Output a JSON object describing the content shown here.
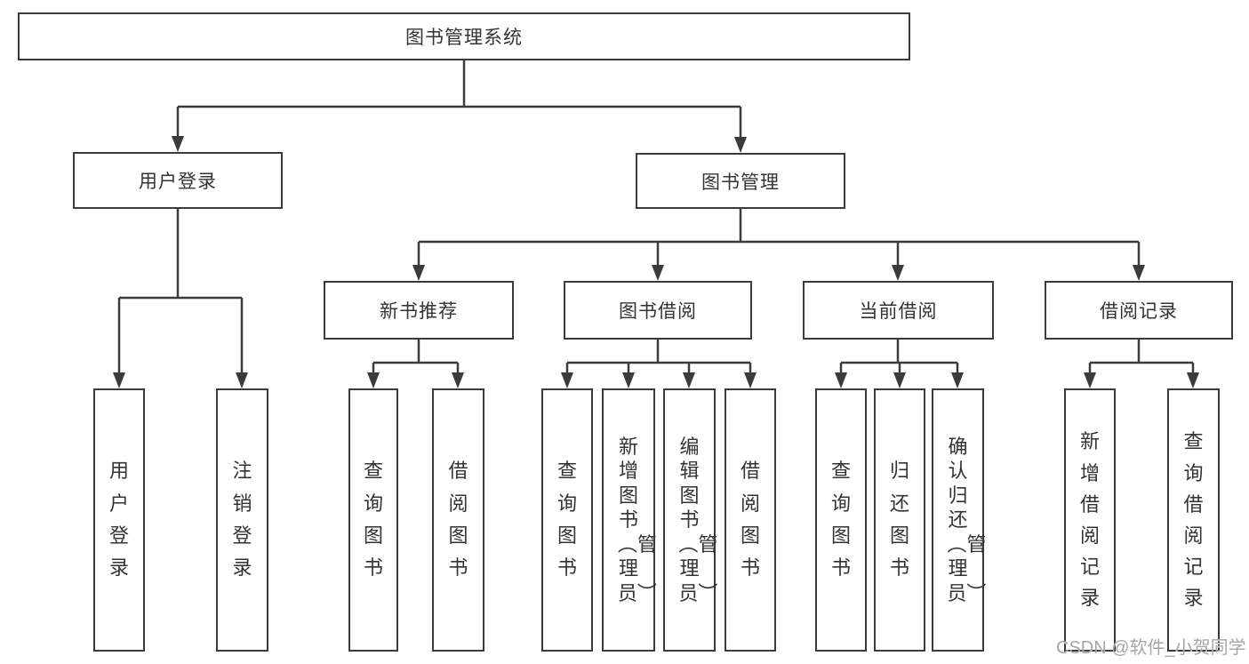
{
  "title": "图书管理系统",
  "watermark": "CSDN @软件_小贺同学",
  "colors": {
    "line": "#3b3b3b",
    "text": "#333333",
    "watermark": "#a6a6a6",
    "box_bg": "#ffffff",
    "background": "#ffffff"
  },
  "nodes": {
    "root": {
      "label": "图书管理系统"
    },
    "user_login": {
      "label": "用户登录"
    },
    "book_mgmt": {
      "label": "图书管理"
    },
    "new_books": {
      "label": "新书推荐"
    },
    "book_borrow": {
      "label": "图书借阅"
    },
    "current_borrow": {
      "label": "当前借阅"
    },
    "borrow_records": {
      "label": "借阅记录"
    },
    "leaf_user_login": {
      "label": "用户登录"
    },
    "leaf_logout": {
      "label": "注销登录"
    },
    "leaf_nb_query": {
      "label": "查询图书"
    },
    "leaf_nb_borrow": {
      "label": "借阅图书"
    },
    "leaf_bb_query": {
      "label": "查询图书"
    },
    "leaf_bb_add": {
      "label": "新增图书（管理员）"
    },
    "leaf_bb_edit": {
      "label": "编辑图书（管理员）"
    },
    "leaf_bb_borrow": {
      "label": "借阅图书"
    },
    "leaf_cb_query": {
      "label": "查询图书"
    },
    "leaf_cb_return": {
      "label": "归还图书"
    },
    "leaf_cb_confirm": {
      "label": "确认归还（管理员）"
    },
    "leaf_br_add": {
      "label": "新增借阅记录"
    },
    "leaf_br_query": {
      "label": "查询借阅记录"
    }
  }
}
